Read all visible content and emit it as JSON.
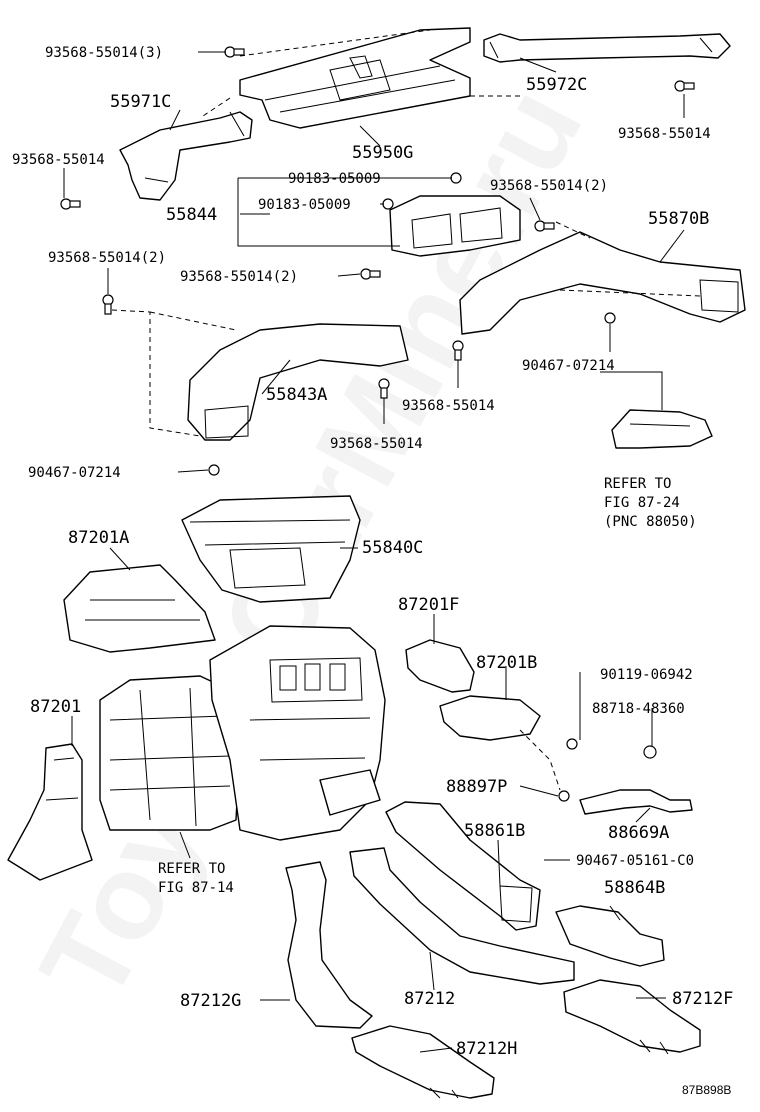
{
  "watermark": "ToyotaCarMine.ru",
  "diagram_code": "87B898B",
  "labels": {
    "p93568_55014_3": "93568-55014(3)",
    "p55972C": "55972C",
    "p55971C": "55971C",
    "p93568_55014_a": "93568-55014",
    "p93568_55014_b": "93568-55014",
    "p55950G": "55950G",
    "p90183_05009_a": "90183-05009",
    "p90183_05009_b": "90183-05009",
    "p55844": "55844",
    "p93568_55014_2a": "93568-55014(2)",
    "p55870B": "55870B",
    "p93568_55014_2b": "93568-55014(2)",
    "p93568_55014_2c": "93568-55014(2)",
    "p90467_07214_a": "90467-07214",
    "p55843A": "55843A",
    "p93568_55014_c": "93568-55014",
    "p93568_55014_d": "93568-55014",
    "p90467_07214_b": "90467-07214",
    "refer_88050_1": "REFER TO",
    "refer_88050_2": "FIG 87-24",
    "refer_88050_3": "(PNC 88050)",
    "p87201A": "87201A",
    "p55840C": "55840C",
    "p87201F": "87201F",
    "p87201B": "87201B",
    "p90119_06942": "90119-06942",
    "p88718_48360": "88718-48360",
    "p87201": "87201",
    "p88897P": "88897P",
    "p88669A": "88669A",
    "p58861B": "58861B",
    "p90467_05161_C0": "90467-05161-C0",
    "refer_8714_1": "REFER TO",
    "refer_8714_2": "FIG 87-14",
    "p58864B": "58864B",
    "p87212G": "87212G",
    "p87212": "87212",
    "p87212F": "87212F",
    "p87212H": "87212H"
  }
}
